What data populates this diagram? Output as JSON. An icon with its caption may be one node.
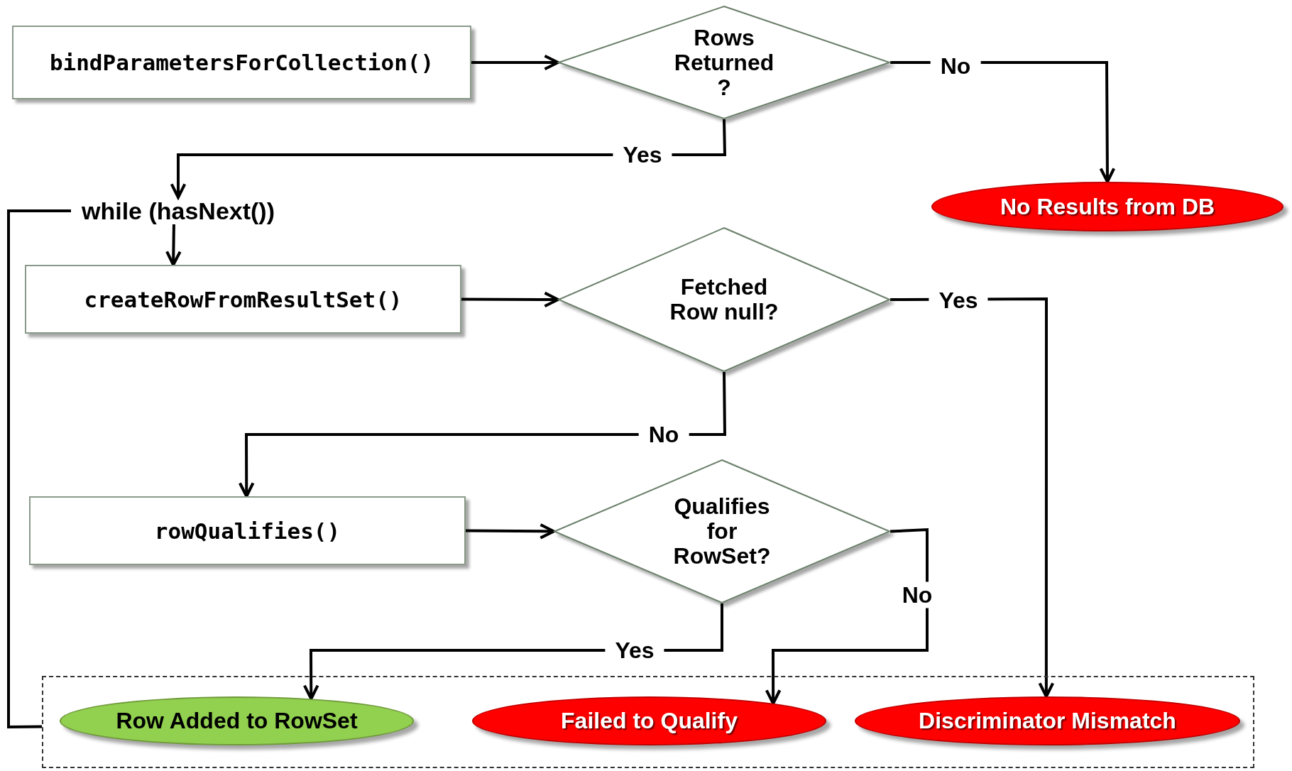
{
  "diagram": {
    "nodes": [
      {
        "text": [
          "bindParametersForCollection()"
        ]
      },
      {
        "text": [
          "Rows Returned ?"
        ]
      },
      {
        "text": [
          "No Results from DB"
        ]
      },
      {
        "text": [
          "while (hasNext())"
        ]
      },
      {
        "text": [
          "createRowFromResultSet()"
        ]
      },
      {
        "text": [
          "Fetched Row null?"
        ]
      },
      {
        "text": [
          "rowQualifies()"
        ]
      },
      {
        "text": [
          "Qualifies for RowSet?"
        ]
      },
      {
        "text": [],
        "shape": "box"
      },
      {
        "text": [
          "Row Added to RowSet"
        ],
        "in": 8
      },
      {
        "text": [
          "Failed to Qualify"
        ],
        "in": 8
      },
      {
        "text": [
          "Discriminator Mismatch"
        ],
        "in": 8
      }
    ],
    "edges": [
      {
        "from": 0,
        "to": 1,
        "arrow": "to"
      },
      {
        "from": 1,
        "to": 2,
        "arrow": "to",
        "label": "No"
      },
      {
        "from": 1,
        "to": 3,
        "arrow": "to",
        "label": "Yes"
      },
      {
        "from": 3,
        "to": 4,
        "arrow": "to"
      },
      {
        "from": 4,
        "to": 5,
        "arrow": "to"
      },
      {
        "from": 5,
        "to": 11,
        "arrow": "to",
        "label": "Yes"
      },
      {
        "from": 5,
        "to": 6,
        "arrow": "to",
        "label": "No"
      },
      {
        "from": 6,
        "to": 7,
        "arrow": "to"
      },
      {
        "from": 7,
        "to": 9,
        "arrow": "to",
        "label": "Yes"
      },
      {
        "from": 7,
        "to": 10,
        "arrow": "to",
        "label": "No"
      },
      {
        "from": 8,
        "to": 3,
        "arrow": "none"
      }
    ]
  }
}
